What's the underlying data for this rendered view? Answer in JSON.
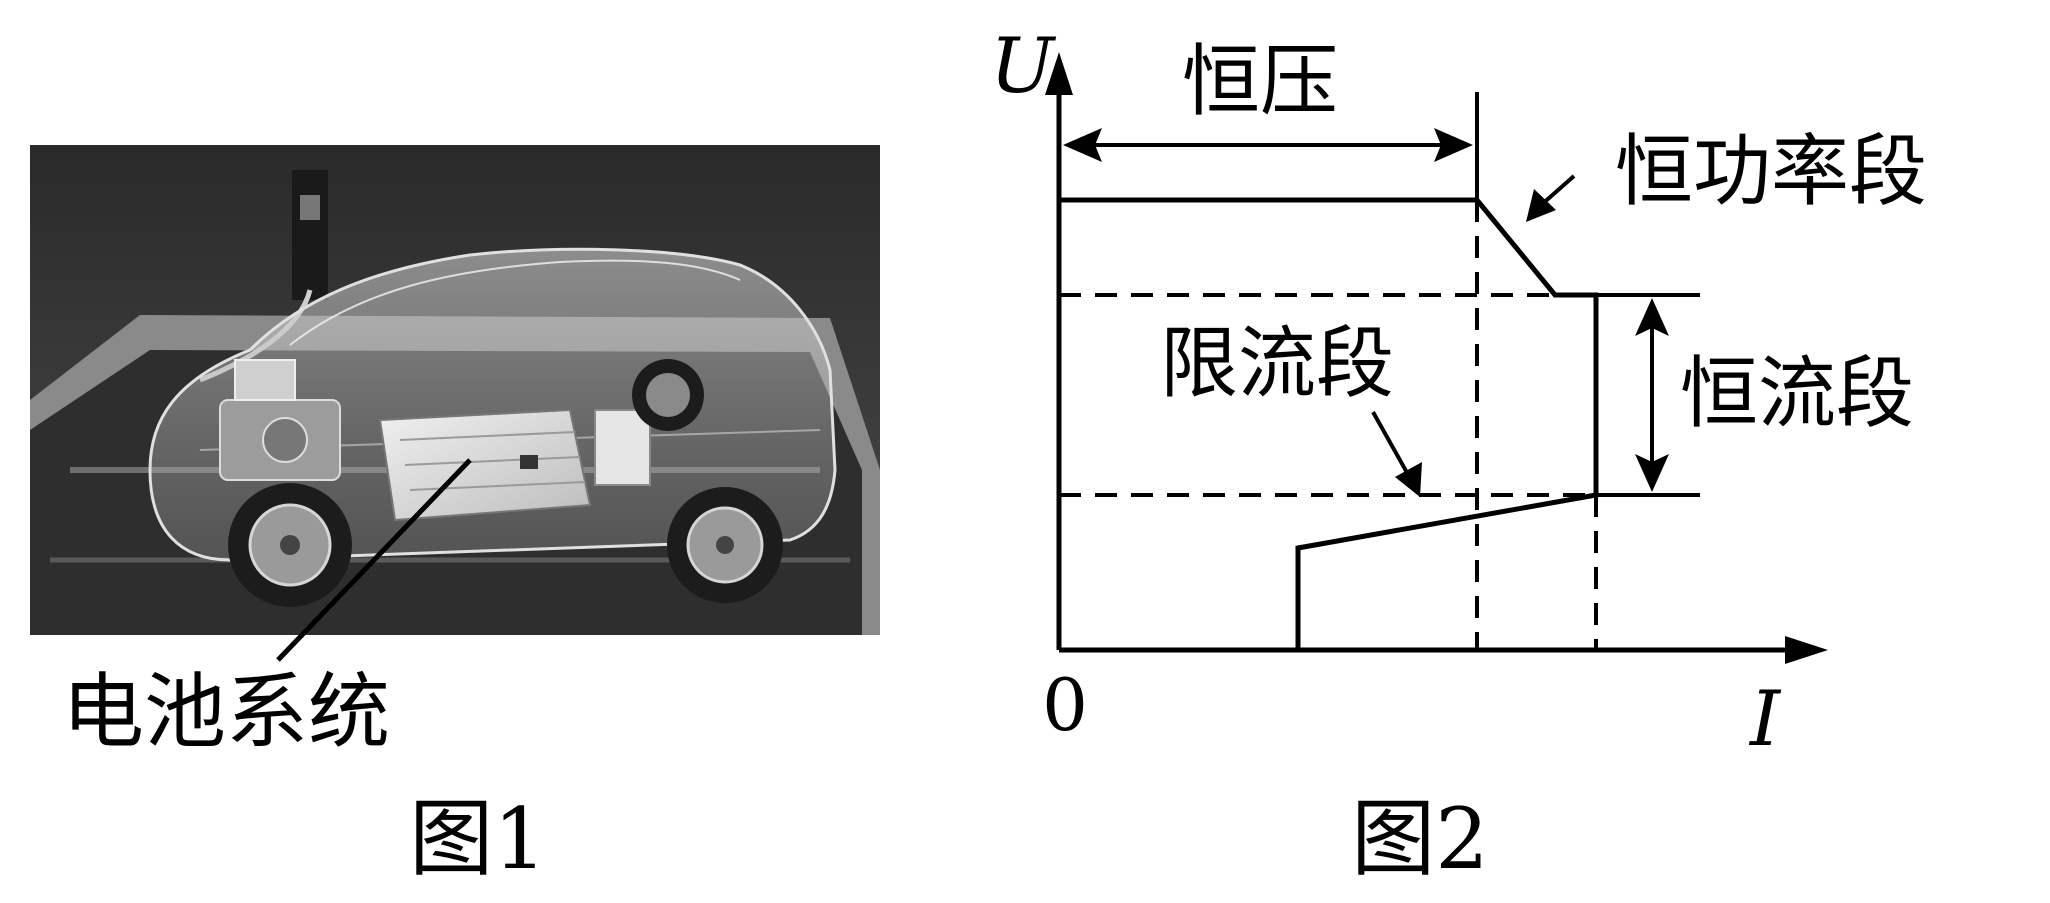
{
  "figure1": {
    "callout_label": "电池系统",
    "caption": "图1",
    "colors": {
      "photo_bg": "#3a3a3a",
      "road": "#2b2b2b",
      "platform": "#8c8c8c"
    }
  },
  "figure2": {
    "y_axis_label": "U",
    "x_axis_label": "I",
    "origin_label": "0",
    "caption": "图2",
    "regions": {
      "constant_voltage": "恒压",
      "constant_power": "恒功率段",
      "constant_current": "恒流段",
      "current_limit": "限流段"
    }
  }
}
